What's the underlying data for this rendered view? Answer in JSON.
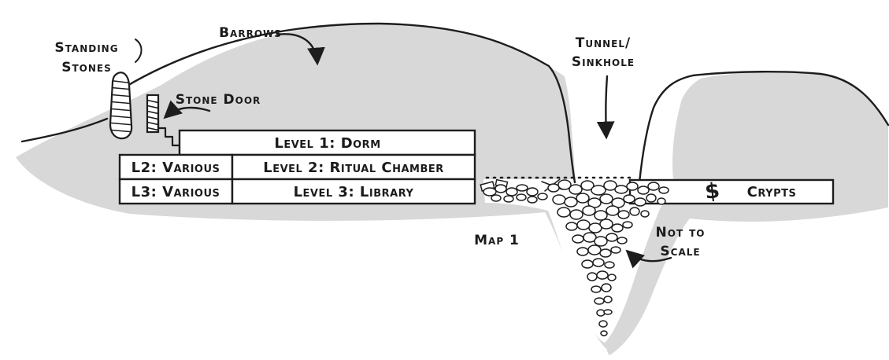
{
  "labels": {
    "standing_stones": [
      "Standing",
      "Stones"
    ],
    "barrows": "Barrows",
    "stone_door": "Stone Door",
    "tunnel_sinkhole": [
      "Tunnel/",
      "Sinkhole"
    ],
    "map_number": "Map 1",
    "not_to_scale": [
      "Not to",
      "Scale"
    ],
    "crypts": "Crypts",
    "treasure_symbol": "$"
  },
  "levels": [
    {
      "main": "Level 1: Dorm"
    },
    {
      "annex": "L2: Various",
      "main": "Level 2: Ritual Chamber"
    },
    {
      "annex": "L3: Various",
      "main": "Level 3: Library"
    }
  ],
  "colors": {
    "ink": "#1d1d1d",
    "wash": "#d8d8d8",
    "paper": "#ffffff"
  }
}
